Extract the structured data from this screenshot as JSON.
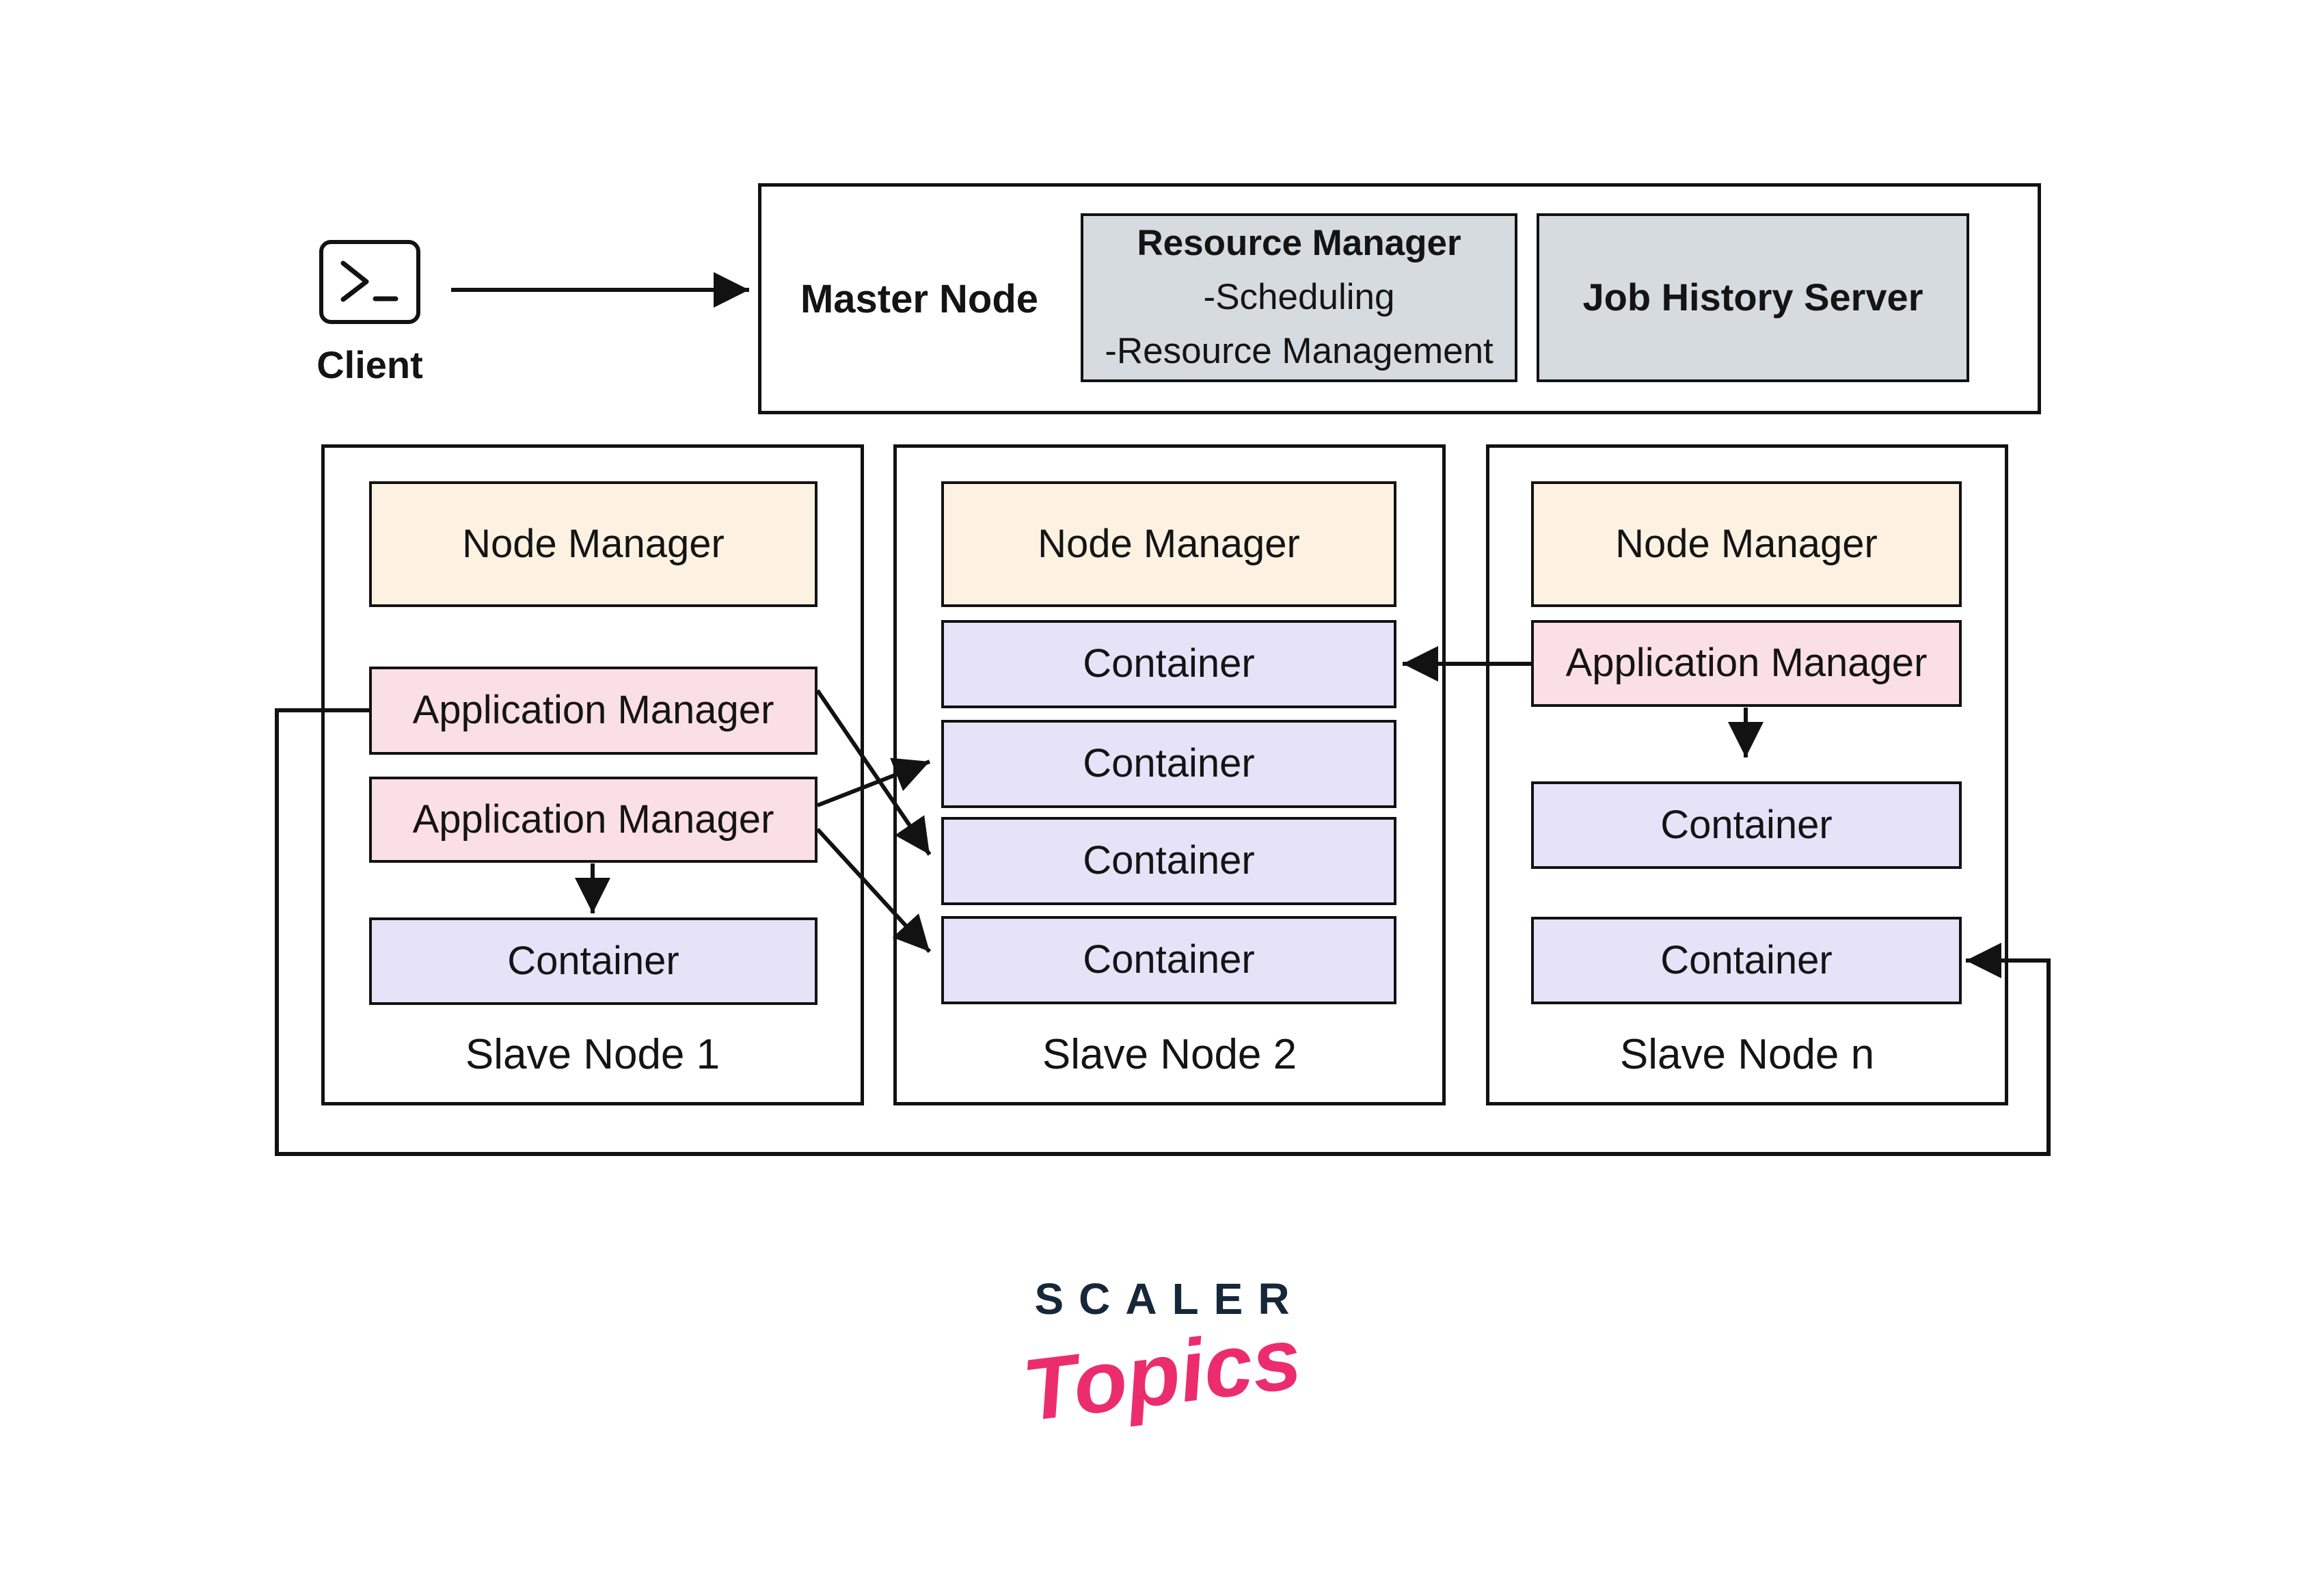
{
  "client": {
    "label": "Client",
    "icon": "terminal-icon"
  },
  "master": {
    "label": "Master Node",
    "resource_manager": {
      "title": "Resource Manager",
      "items": [
        "-Scheduling",
        "-Resource Management"
      ]
    },
    "job_history_server": "Job History Server"
  },
  "slaves": [
    {
      "name": "Slave Node 1",
      "node_manager": "Node Manager",
      "app_managers": [
        "Application Manager",
        "Application Manager"
      ],
      "containers": [
        "Container"
      ]
    },
    {
      "name": "Slave Node 2",
      "node_manager": "Node Manager",
      "app_managers": [],
      "containers": [
        "Container",
        "Container",
        "Container",
        "Container"
      ]
    },
    {
      "name": "Slave Node n",
      "node_manager": "Node Manager",
      "app_managers": [
        "Application Manager"
      ],
      "containers": [
        "Container",
        "Container"
      ]
    }
  ],
  "edges": [
    {
      "from": "client",
      "to": "master-node"
    },
    {
      "from": "slave1-app-manager-2",
      "to": "slave1-container"
    },
    {
      "from": "slave1-app-manager-1",
      "to": "slave2-container-3"
    },
    {
      "from": "slave1-app-manager-2",
      "to": "slave2-container-2"
    },
    {
      "from": "slave1-app-manager-2",
      "to": "slave2-container-4"
    },
    {
      "from": "slave-n-app-manager",
      "to": "slave2-container-1"
    },
    {
      "from": "slave-n-app-manager",
      "to": "slave-n-container-1"
    },
    {
      "from": "slave1-app-manager-1",
      "to": "slave-n-container-2"
    }
  ],
  "logo": {
    "brand": "SCALER",
    "product": "Topics"
  },
  "colors": {
    "node_manager_fill": "#fdf2e2",
    "app_manager_fill": "#fbdfe6",
    "container_fill": "#e6e2f8",
    "master_child_fill": "#d5dbdf",
    "line_color": "#121212",
    "scaler_navy": "#17273a",
    "scaler_pink": "#eb2d6e"
  }
}
